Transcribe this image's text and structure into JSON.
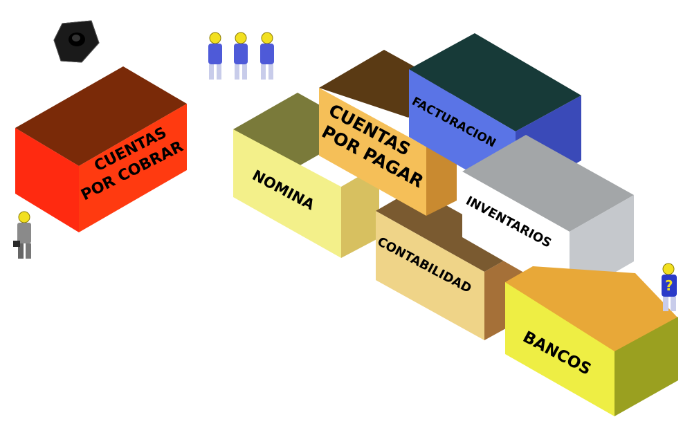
{
  "blocks": {
    "cuentas_por_cobrar": {
      "line1": "CUENTAS",
      "line2": "POR COBRAR"
    },
    "nomina": {
      "label": "NOMINA"
    },
    "cuentas_por_pagar": {
      "line1": "CUENTAS",
      "line2": "POR PAGAR"
    },
    "facturacion": {
      "label": "FACTURACION"
    },
    "inventarios": {
      "label": "INVENTARIOS"
    },
    "contabilidad": {
      "label": "CONTABILIDAD"
    },
    "bancos": {
      "label": "BANCOS"
    }
  },
  "figure_icons": {
    "question_mark": "?"
  },
  "colors": {
    "cuentas_por_cobrar": "#ff3a10",
    "nomina": "#f3f08a",
    "cuentas_por_pagar": "#f5bf58",
    "facturacion": "#5a74e6",
    "inventarios": "#ffffff",
    "contabilidad": "#efd488",
    "bancos": "#eeee44"
  }
}
